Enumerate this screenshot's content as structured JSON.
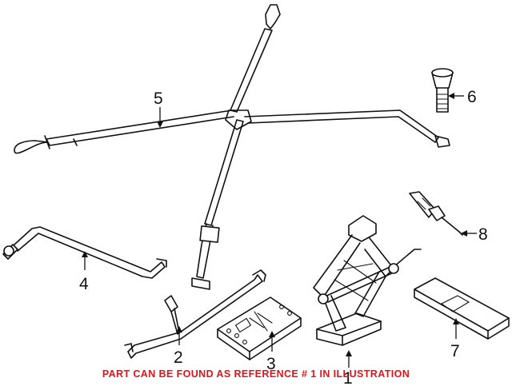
{
  "diagram": {
    "callouts": [
      {
        "id": "5",
        "label": "5"
      },
      {
        "id": "6",
        "label": "6"
      },
      {
        "id": "4",
        "label": "4"
      },
      {
        "id": "8",
        "label": "8"
      },
      {
        "id": "2",
        "label": "2"
      },
      {
        "id": "3",
        "label": "3"
      },
      {
        "id": "7",
        "label": "7"
      },
      {
        "id": "1",
        "label": "1"
      }
    ],
    "caption": "PART CAN BE FOUND AS REFERENCE # 1 IN ILLUSTRATION",
    "colors": {
      "line": "#111111",
      "caption": "#e0141b",
      "background": "#ffffff"
    }
  }
}
